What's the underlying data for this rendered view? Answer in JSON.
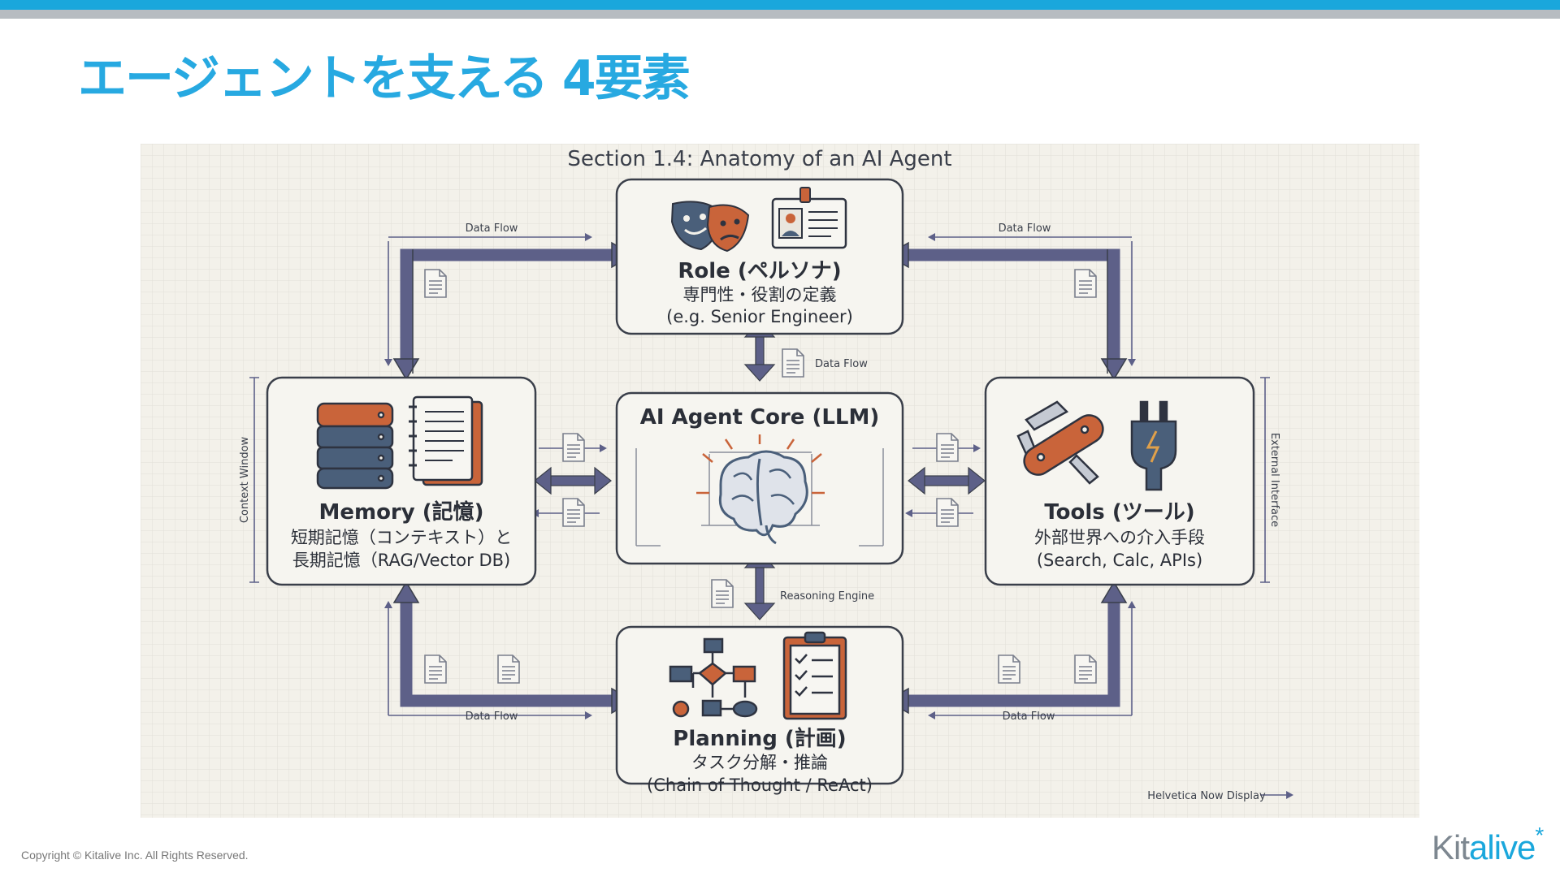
{
  "slide": {
    "title": "エージェントを支える 4要素",
    "copyright": "Copyright © Kitalive Inc. All Rights Reserved.",
    "logo": {
      "part1": "Kit",
      "part2": "alive",
      "mark": "*"
    }
  },
  "diagram": {
    "heading": "Section 1.4: Anatomy of an AI Agent",
    "nodes": {
      "role": {
        "title": "Role (ペルソナ)",
        "line1": "専門性・役割の定義",
        "line2": "(e.g. Senior Engineer)"
      },
      "core": {
        "title": "AI Agent Core (LLM)"
      },
      "memory": {
        "title": "Memory (記憶)",
        "line1": "短期記憶（コンテキスト）と",
        "line2": "長期記憶（RAG/Vector DB)"
      },
      "tools": {
        "title": "Tools (ツール)",
        "line1": "外部世界への介入手段",
        "line2": "(Search, Calc, APIs)"
      },
      "planning": {
        "title": "Planning (計画)",
        "line1": "タスク分解・推論",
        "line2": "(Chain of Thought / ReAct)"
      }
    },
    "labels": {
      "flow_top_left": "Data Flow",
      "flow_top_right": "Data Flow",
      "flow_role_core": "Data Flow",
      "flow_bottom_left": "Data Flow",
      "flow_bottom_right": "Data Flow",
      "reasoning": "Reasoning Engine",
      "context_window": "Context Window",
      "external_interface": "External Interface",
      "font_note": "Helvetica Now Display"
    },
    "colors": {
      "arrow": "#5d6088",
      "accent_orange": "#c9643a",
      "db_blue": "#4a5f7a",
      "box_border": "#3a3f4a",
      "bg": "#f3f1ea"
    }
  }
}
